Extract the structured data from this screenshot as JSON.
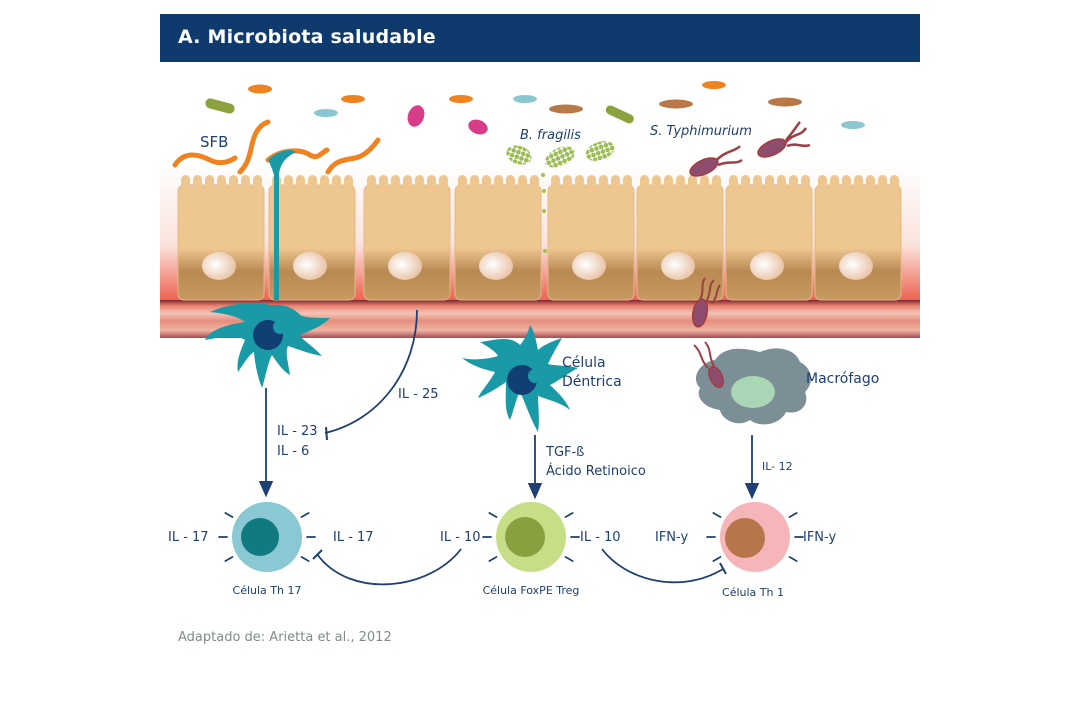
{
  "header": {
    "title": "A. Microbiota saludable",
    "bg_color": "#0f3a6e"
  },
  "microbes": {
    "sfb": "SFB",
    "b_fragilis": "B. fragilis",
    "s_typhimurium": "S. Typhimurium"
  },
  "cells": {
    "dendritic_1": {
      "name": ""
    },
    "dendritic_2": {
      "line1": "Célula",
      "line2": "Déntrica"
    },
    "macrophage": {
      "name": "Macrófago"
    },
    "th17": {
      "caption": "Célula Th 17",
      "left_label": "IL - 17",
      "right_label": "IL - 17"
    },
    "treg": {
      "caption": "Célula FoxPE Treg",
      "left_label": "IL - 10",
      "right_label": "IL - 10"
    },
    "th1": {
      "caption": "Célula Th 1",
      "left_label": "IFN-y",
      "right_label": "IFN-y"
    }
  },
  "signals": {
    "il25": "IL - 25",
    "il23": "IL - 23",
    "il6": "IL - 6",
    "tgfb": "TGF-ß",
    "retinoic": "Ácido Retinoico",
    "il12": "IL- 12"
  },
  "colors": {
    "epithelium": "#eec690",
    "epithelium_dark": "#a77b45",
    "dendritic": "#1a9aa6",
    "nucleus_dark": "#123f73",
    "macrophage": "#7c8f96",
    "macrophage_nucleus": "#a9d6b5",
    "th17_outer": "#8ac9d3",
    "th17_inner": "#0f7a80",
    "treg_outer": "#c6df86",
    "treg_inner": "#89a040",
    "th1_outer": "#f6b5b8",
    "th1_inner": "#b7754b",
    "arrow": "#1e3f73"
  },
  "source": "Adaptado de: Arietta et al., 2012"
}
